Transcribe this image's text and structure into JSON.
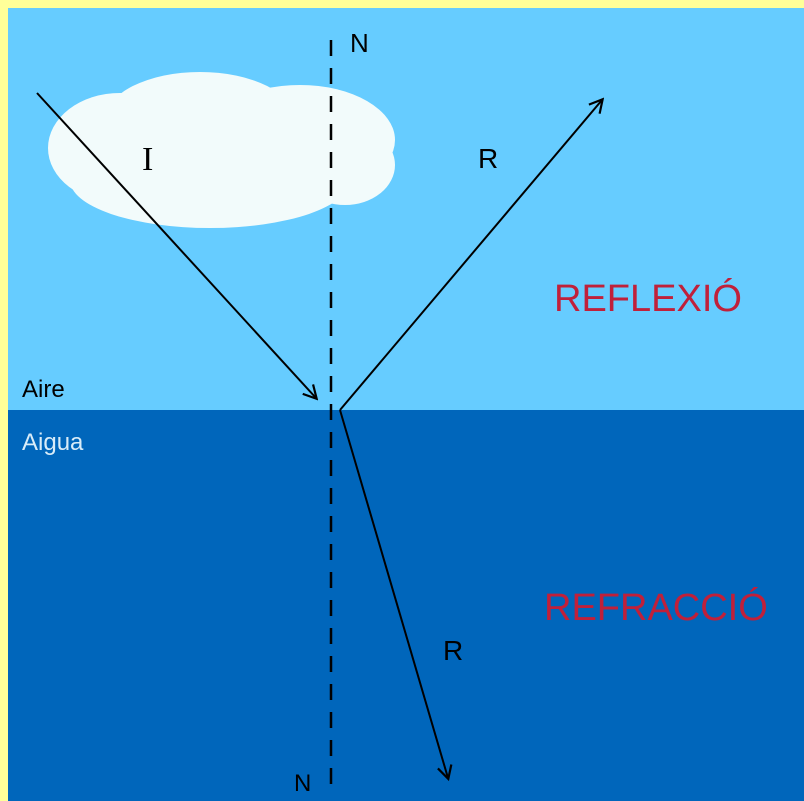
{
  "diagram": {
    "normal_top_label": "N",
    "normal_bottom_label": "N",
    "incident_label": "I",
    "reflected_label": "R",
    "refracted_label": "R",
    "reflection_title": "REFLEXIÓ",
    "refraction_title": "REFRACCIÓ",
    "upper_medium": "Aire",
    "lower_medium": "Aigua"
  },
  "colors": {
    "frame": "#ffff99",
    "air": "#66ccff",
    "water": "#0066bb",
    "cloud": "#f2fbfb",
    "title_text": "#c0203a",
    "line": "#000000",
    "water_label": "#d8ecf8"
  }
}
